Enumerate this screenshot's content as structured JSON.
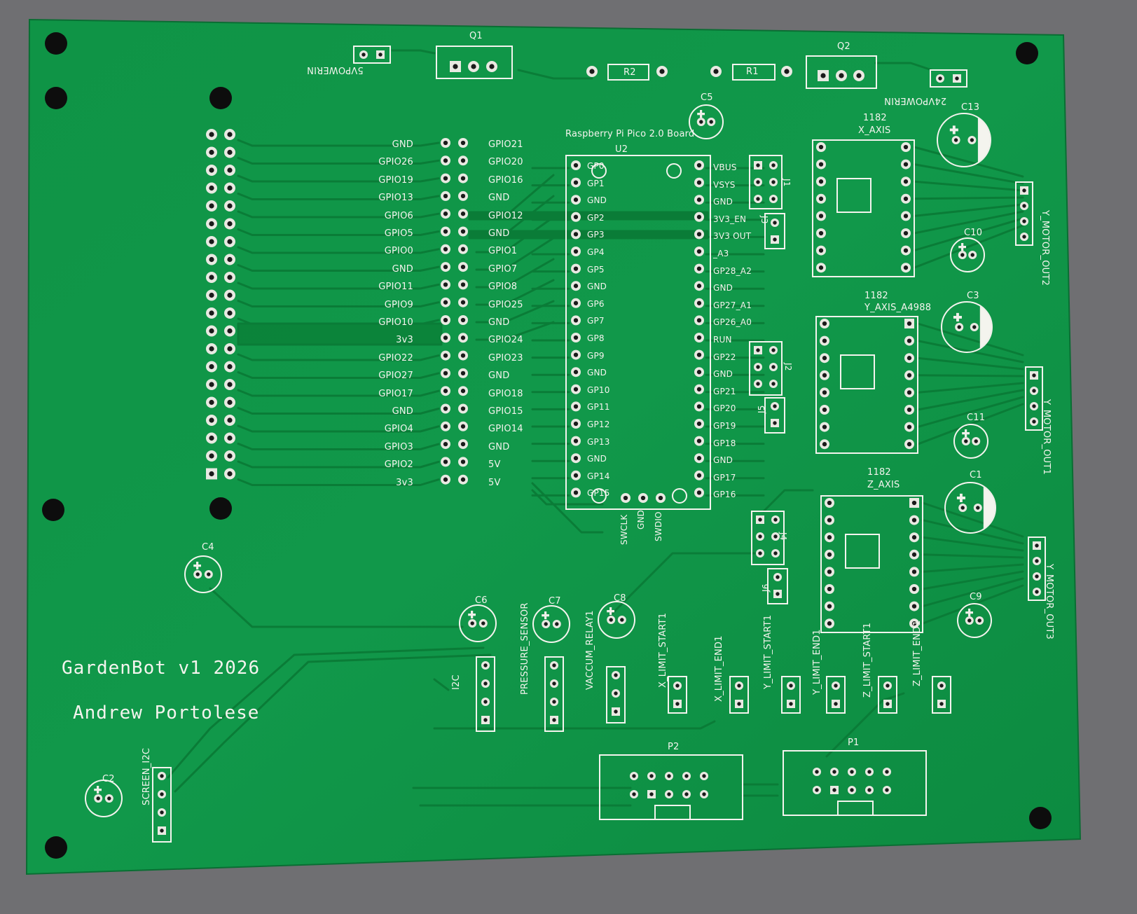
{
  "board": {
    "title": "GardenBot v1 2026",
    "author": "Andrew Portolese",
    "colors": {
      "pcb": "#0f9446",
      "pcb_dark": "#0b7f3a",
      "trace": "#0a7a36",
      "silk": "#f4f4ee",
      "pad": "#e9e9e2",
      "background": "#6f6f72"
    }
  },
  "power": {
    "q1": "Q1",
    "q2": "Q2",
    "r1": "R1",
    "r2": "R2",
    "c5": "C5",
    "in5v": "5VPOWERIN",
    "in24v": "24VPOWERIN"
  },
  "pico": {
    "title": "Raspberry Pi Pico 2.0 Board",
    "ref": "U2",
    "left_pins": [
      "GP0",
      "GP1",
      "GND",
      "GP2",
      "GP3",
      "GP4",
      "GP5",
      "GND",
      "GP6",
      "GP7",
      "GP8",
      "GP9",
      "GND",
      "GP10",
      "GP11",
      "GP12",
      "GP13",
      "GND",
      "GP14",
      "GP15"
    ],
    "right_pins": [
      "VBUS",
      "VSYS",
      "GND",
      "3V3_EN",
      "3V3 OUT",
      "_A3",
      "GP28_A2",
      "GND",
      "GP27_A1",
      "GP26_A0",
      "RUN",
      "GP22",
      "GND",
      "GP21",
      "GP20",
      "GP19",
      "GP18",
      "GND",
      "GP17",
      "GP16"
    ],
    "debug": [
      "SWCLK",
      "GND",
      "SWDIO"
    ],
    "j1": "J1",
    "j2": "J2",
    "j3": "J3",
    "j4": "J4",
    "j5": "J5",
    "j6": "J6"
  },
  "header40": {
    "left_labels": [
      "GND",
      "GPIO26",
      "GPIO19",
      "GPIO13",
      "GPIO6",
      "GPIO5",
      "GPIO0",
      "GND",
      "GPIO11",
      "GPIO9",
      "GPIO10",
      "3v3",
      "GPIO22",
      "GPIO27",
      "GPIO17",
      "GND",
      "GPIO4",
      "GPIO3",
      "GPIO2",
      "3v3"
    ],
    "right_labels": [
      "GPIO21",
      "GPIO20",
      "GPIO16",
      "GND",
      "GPIO12",
      "GND",
      "GPIO1",
      "GPIO7",
      "GPIO8",
      "GPIO25",
      "GND",
      "GPIO24",
      "GPIO23",
      "GND",
      "GPIO18",
      "GPIO15",
      "GPIO14",
      "GND",
      "5V",
      "5V"
    ]
  },
  "drivers": [
    {
      "num": "1182",
      "axis": "X_AXIS",
      "cap": "C13",
      "cap2": "C10",
      "out": "Y_MOTOR_OUT2"
    },
    {
      "num": "1182",
      "axis": "Y_AXIS_A4988",
      "cap": "C3",
      "cap2": "C11",
      "out": "Y_MOTOR_OUT1"
    },
    {
      "num": "1182",
      "axis": "Z_AXIS",
      "cap": "C1",
      "cap2": "C9",
      "out": "Y_MOTOR_OUT3"
    }
  ],
  "bottom": {
    "c4": "C4",
    "c6": "C6",
    "c7": "C7",
    "c8": "C8",
    "c2": "C2",
    "i2c": "I2C",
    "pressure": "PRESSURE_SENSOR",
    "vacuum": "VACCUM_RELAY1",
    "screen": "SCREEN_I2C",
    "limits": [
      "X_LIMIT_START1",
      "X_LIMIT_END1",
      "Y_LIMIT_START1",
      "Y_LIMIT_END1",
      "Z_LIMIT_START1",
      "Z_LIMIT_END1"
    ],
    "p1": "P1",
    "p2": "P2"
  }
}
